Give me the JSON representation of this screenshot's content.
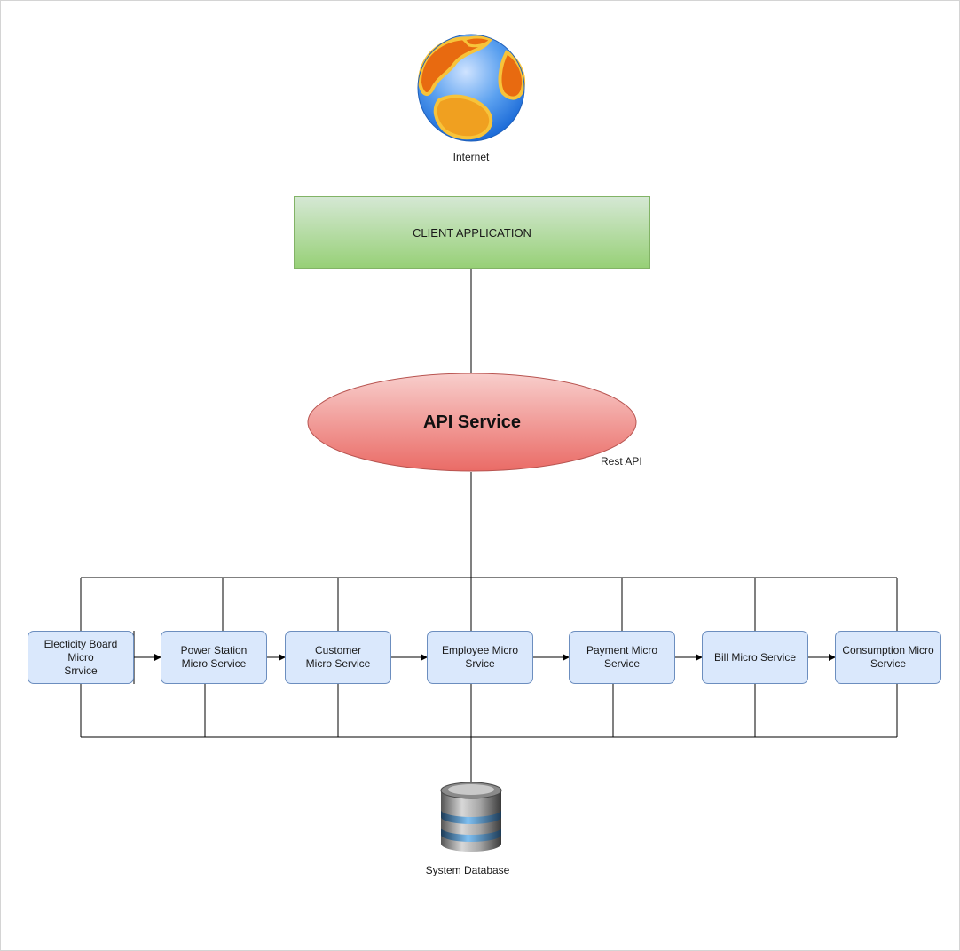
{
  "internet": {
    "label": "Internet",
    "icon": "globe-icon"
  },
  "client": {
    "label": "CLIENT APPLICATION",
    "fill_top": "#d5e8d4",
    "fill_bottom": "#97d077",
    "stroke": "#82b366"
  },
  "api": {
    "label": "API Service",
    "note": "Rest API",
    "fill_top": "#f8cecc",
    "fill_bottom": "#ea6b66",
    "stroke": "#b85450"
  },
  "services": [
    {
      "label": "Electicity Board Micro\nSrrvice"
    },
    {
      "label": "Power Station\nMicro Service"
    },
    {
      "label": "Customer\nMicro Service"
    },
    {
      "label": "Employee Micro\nSrvice"
    },
    {
      "label": "Payment Micro\nService"
    },
    {
      "label": "Bill Micro Service"
    },
    {
      "label": "Consumption Micro\nService"
    }
  ],
  "database": {
    "label": "System Database",
    "icon": "database-icon"
  },
  "colors": {
    "service_fill": "#dae8fc",
    "service_stroke": "#6c8ebf",
    "line": "#000000"
  }
}
